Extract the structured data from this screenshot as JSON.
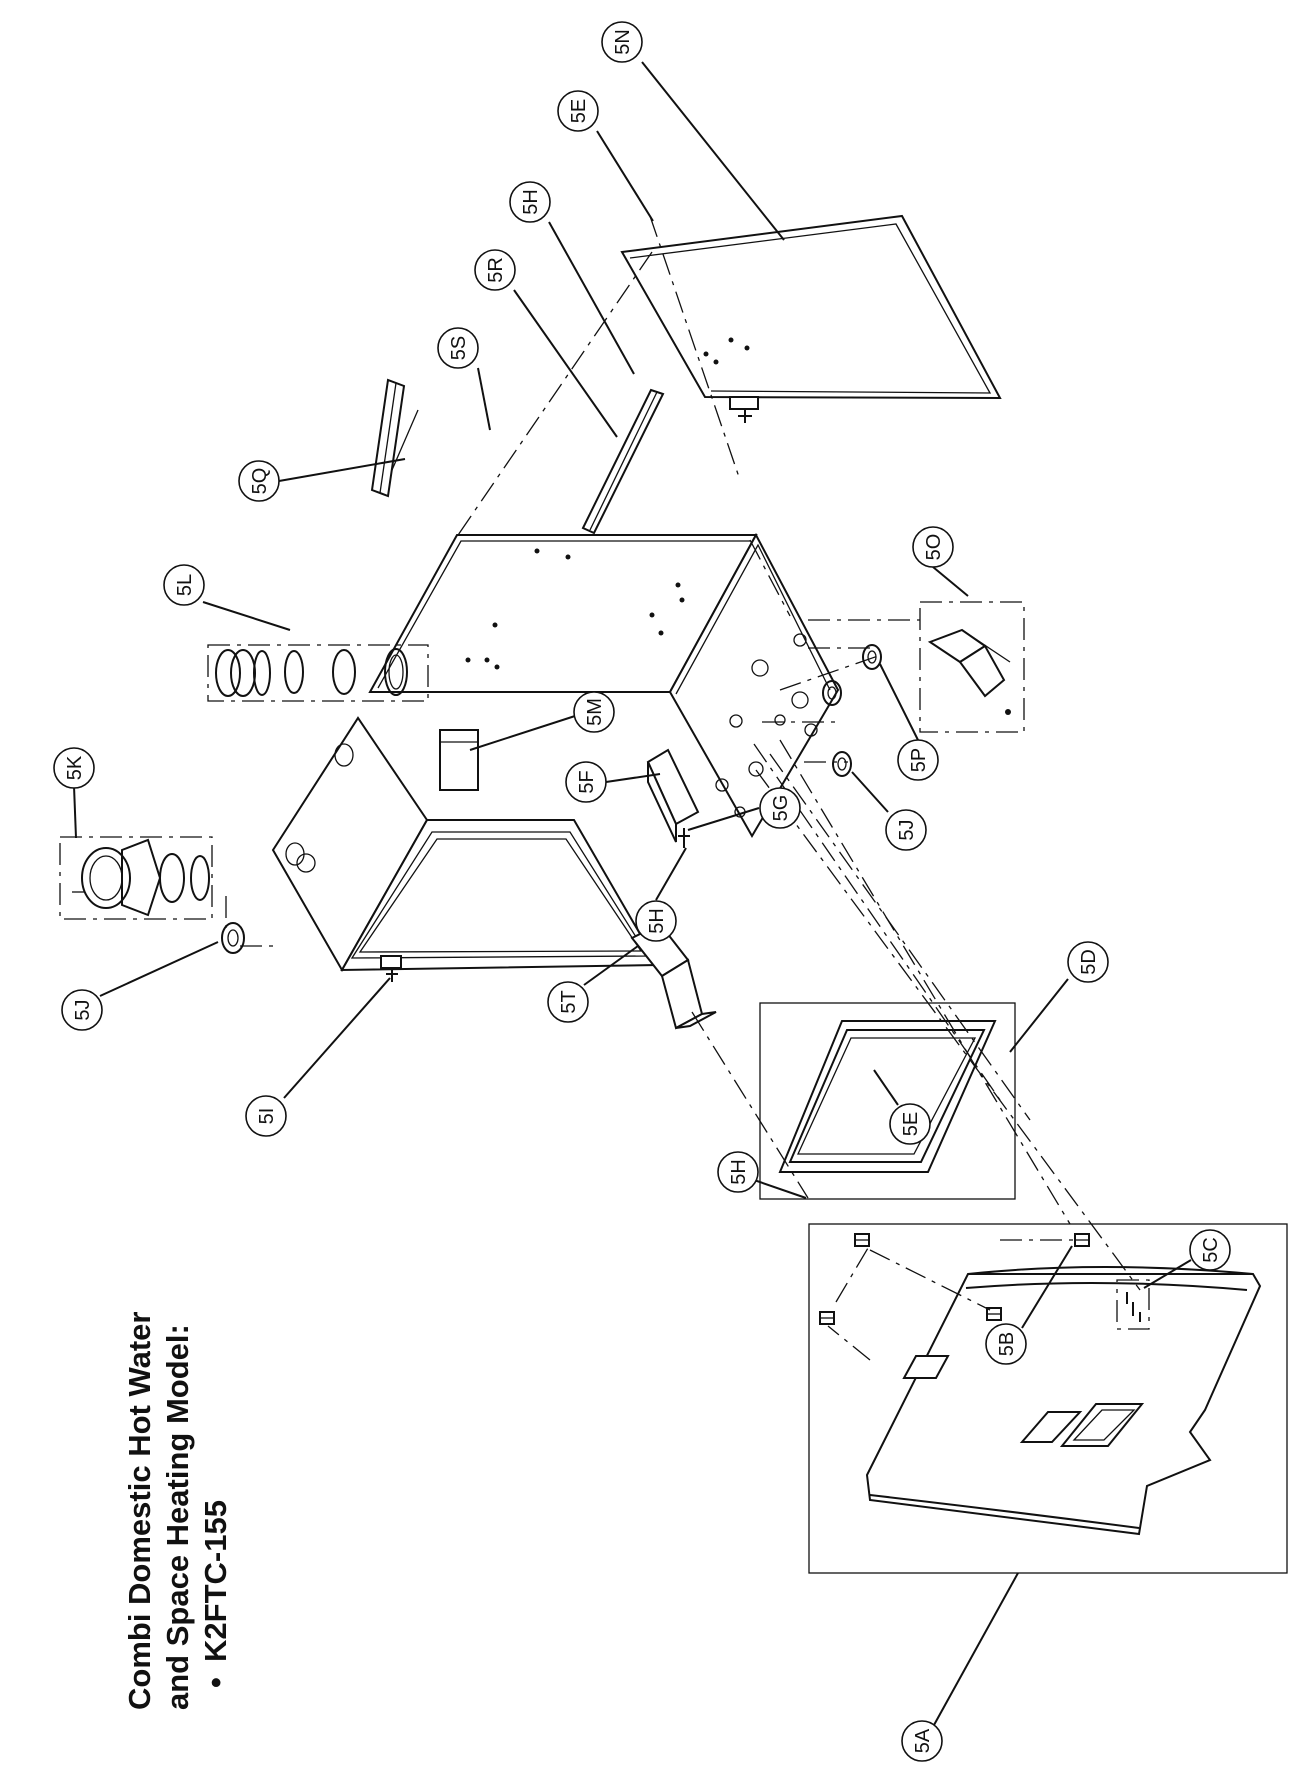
{
  "title": {
    "line1": "Combi Domestic Hot Water",
    "line2": "and Space Heating Model:",
    "bullet": "•",
    "model": "K2FTC-155"
  },
  "callouts": {
    "c5N": "5N",
    "c5E_top": "5E",
    "c5H_top": "5H",
    "c5R": "5R",
    "c5S": "5S",
    "c5Q": "5Q",
    "c5L": "5L",
    "c5K": "5K",
    "c5M": "5M",
    "c5O": "5O",
    "c5P": "5P",
    "c5J_right": "5J",
    "c5F": "5F",
    "c5G": "5G",
    "c5H_mid": "5H",
    "c5J_left": "5J",
    "c5T": "5T",
    "c5I": "5I",
    "c5D": "5D",
    "c5E_mid": "5E",
    "c5H_low": "5H",
    "c5C": "5C",
    "c5B": "5B",
    "c5A": "5A"
  },
  "colors": {
    "ink": "#111111",
    "paper": "#ffffff"
  }
}
